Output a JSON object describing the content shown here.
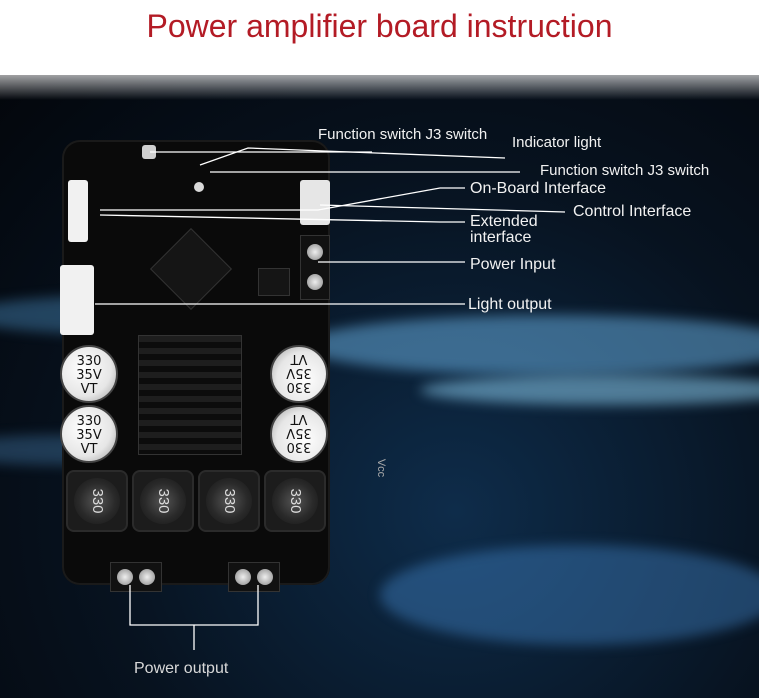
{
  "title": "Power amplifier board instruction",
  "labels": {
    "function_switch_1": "Function switch J3 switch",
    "indicator_light": "Indicator light",
    "function_switch_2": "Function switch J3 switch",
    "on_board_interface": "On-Board Interface",
    "control_interface": "Control Interface",
    "extended_interface": "Extended interface",
    "power_input": "Power Input",
    "light_output": "Light output",
    "power_output": "Power output"
  },
  "components": {
    "capacitor_text": [
      "330",
      "35V",
      "VT"
    ],
    "inductor_text": "330",
    "vcc": "Vcc"
  },
  "colors": {
    "title": "#b31b25",
    "label": "#f2f2f2",
    "background": "#07121f"
  }
}
